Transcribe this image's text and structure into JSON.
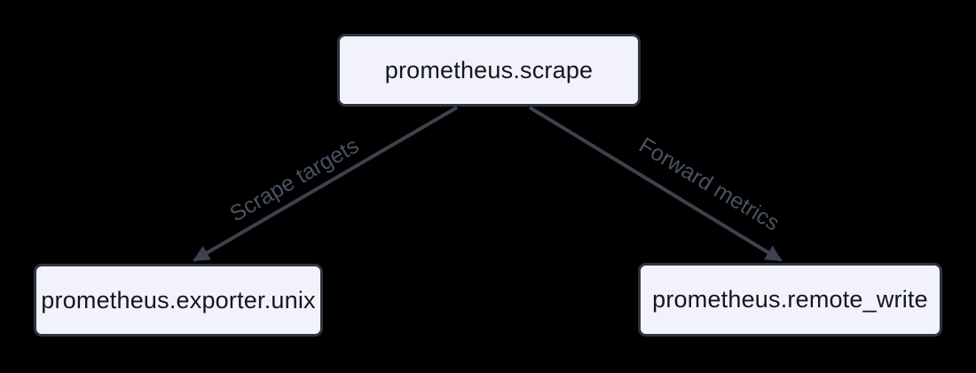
{
  "diagram": {
    "type": "flowchart",
    "direction": "top-down",
    "background_color": "#000000",
    "nodes": [
      {
        "id": "prometheus.scrape",
        "label": "prometheus.scrape"
      },
      {
        "id": "prometheus.exporter.unix",
        "label": "prometheus.exporter.unix"
      },
      {
        "id": "prometheus.remote_write",
        "label": "prometheus.remote_write"
      }
    ],
    "edges": [
      {
        "from": "prometheus.scrape",
        "to": "prometheus.exporter.unix",
        "label": "Scrape targets",
        "arrow": "triangle"
      },
      {
        "from": "prometheus.scrape",
        "to": "prometheus.remote_write",
        "label": "Forward metrics",
        "arrow": "triangle"
      }
    ],
    "colors": {
      "node_fill": "#f2f2fb",
      "node_border": "#2e343e",
      "node_text": "#14171d",
      "edge_stroke": "#3c434e",
      "edge_label_text": "#4a5260"
    }
  }
}
